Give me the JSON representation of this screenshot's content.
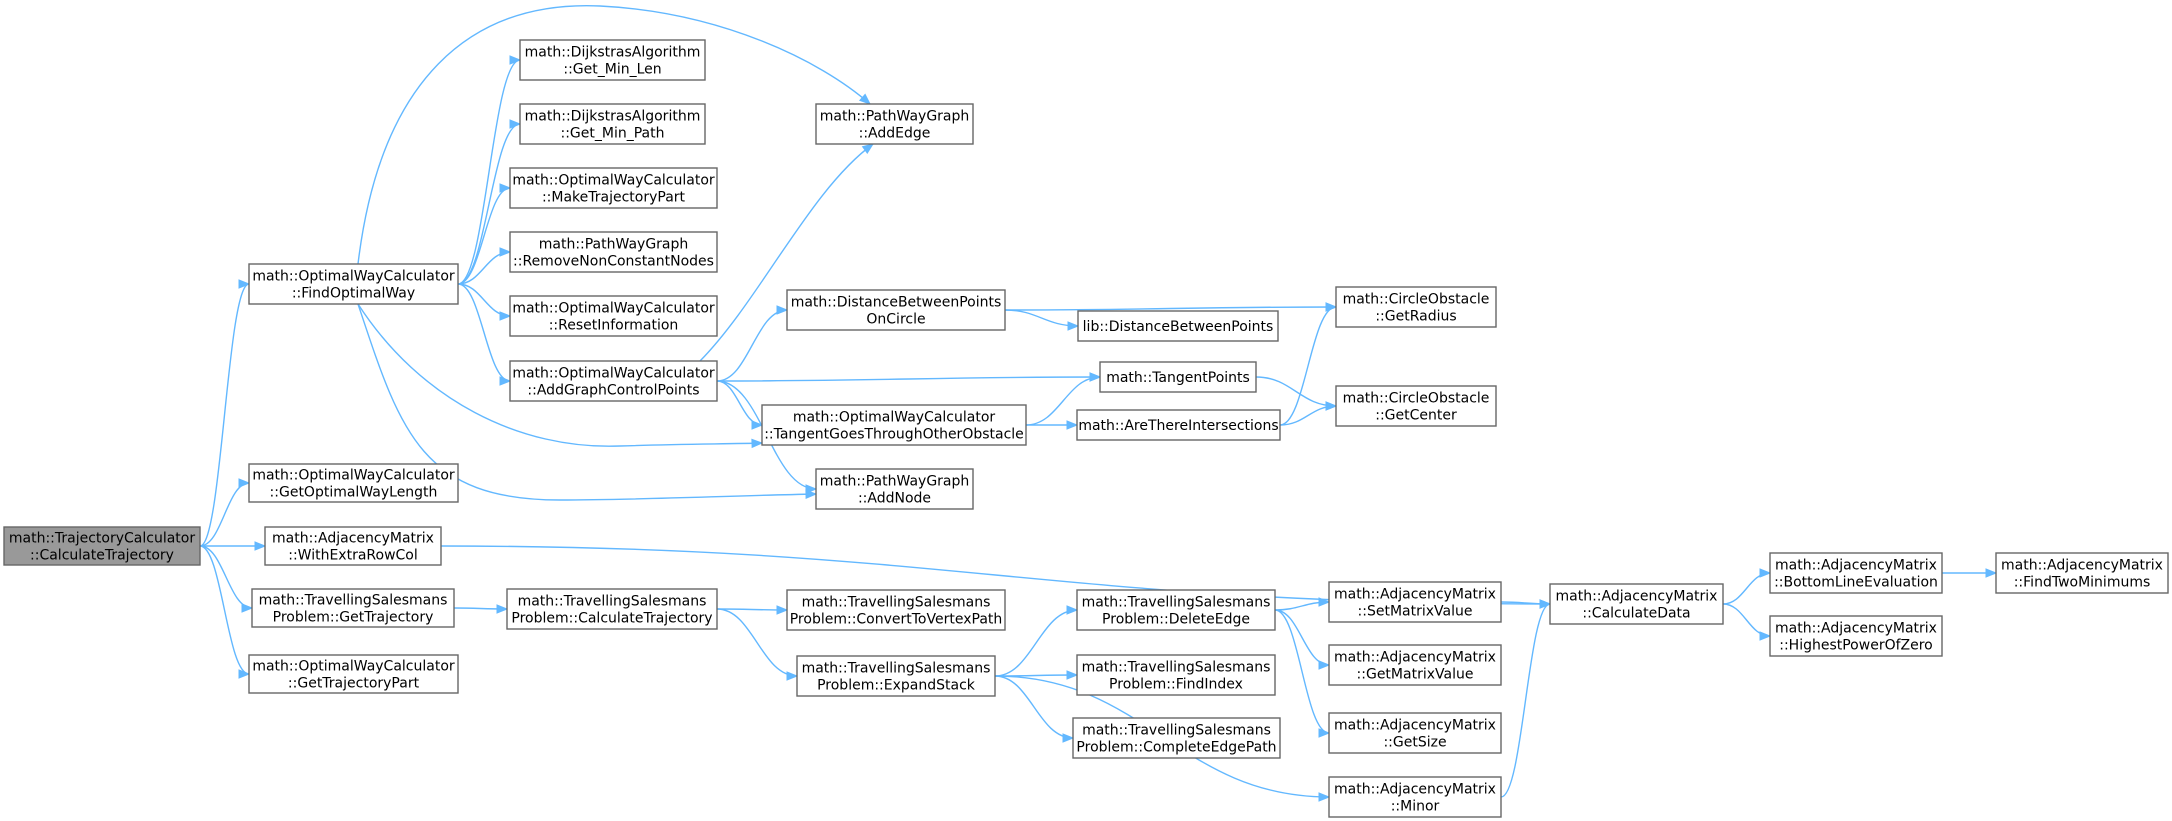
{
  "graph": {
    "nodes": {
      "root": [
        "math::TrajectoryCalculator",
        "::CalculateTrajectory"
      ],
      "findOptimalWay": [
        "math::OptimalWayCalculator",
        "::FindOptimalWay"
      ],
      "getOptimalWayLength": [
        "math::OptimalWayCalculator",
        "::GetOptimalWayLength"
      ],
      "withExtraRowCol": [
        "math::AdjacencyMatrix",
        "::WithExtraRowCol"
      ],
      "tspGetTrajectory": [
        "math::TravellingSalesmans",
        "Problem::GetTrajectory"
      ],
      "getTrajectoryPart": [
        "math::OptimalWayCalculator",
        "::GetTrajectoryPart"
      ],
      "getMinLen": [
        "math::DijkstrasAlgorithm",
        "::Get_Min_Len"
      ],
      "getMinPath": [
        "math::DijkstrasAlgorithm",
        "::Get_Min_Path"
      ],
      "makeTrajectoryPart": [
        "math::OptimalWayCalculator",
        "::MakeTrajectoryPart"
      ],
      "removeNonConstantNodes": [
        "math::PathWayGraph",
        "::RemoveNonConstantNodes"
      ],
      "resetInformation": [
        "math::OptimalWayCalculator",
        "::ResetInformation"
      ],
      "addGraphControlPoints": [
        "math::OptimalWayCalculator",
        "::AddGraphControlPoints"
      ],
      "tspCalculateTrajectory": [
        "math::TravellingSalesmans",
        "Problem::CalculateTrajectory"
      ],
      "addEdge": [
        "math::PathWayGraph",
        "::AddEdge"
      ],
      "distOnCircle": [
        "math::DistanceBetweenPoints",
        "OnCircle"
      ],
      "tangentGoesThrough": [
        "math::OptimalWayCalculator",
        "::TangentGoesThroughOtherObstacle"
      ],
      "addNode": [
        "math::PathWayGraph",
        "::AddNode"
      ],
      "convertToVertexPath": [
        "math::TravellingSalesmans",
        "Problem::ConvertToVertexPath"
      ],
      "expandStack": [
        "math::TravellingSalesmans",
        "Problem::ExpandStack"
      ],
      "libDistance": [
        "lib::DistanceBetweenPoints"
      ],
      "tangentPoints": [
        "math::TangentPoints"
      ],
      "areThereIntersections": [
        "math::AreThereIntersections"
      ],
      "deleteEdge": [
        "math::TravellingSalesmans",
        "Problem::DeleteEdge"
      ],
      "findIndex": [
        "math::TravellingSalesmans",
        "Problem::FindIndex"
      ],
      "completeEdgePath": [
        "math::TravellingSalesmans",
        "Problem::CompleteEdgePath"
      ],
      "getRadius": [
        "math::CircleObstacle",
        "::GetRadius"
      ],
      "getCenter": [
        "math::CircleObstacle",
        "::GetCenter"
      ],
      "setMatrixValue": [
        "math::AdjacencyMatrix",
        "::SetMatrixValue"
      ],
      "getMatrixValue": [
        "math::AdjacencyMatrix",
        "::GetMatrixValue"
      ],
      "getSize": [
        "math::AdjacencyMatrix",
        "::GetSize"
      ],
      "minor": [
        "math::AdjacencyMatrix",
        "::Minor"
      ],
      "calculateData": [
        "math::AdjacencyMatrix",
        "::CalculateData"
      ],
      "bottomLineEvaluation": [
        "math::AdjacencyMatrix",
        "::BottomLineEvaluation"
      ],
      "highestPowerOfZero": [
        "math::AdjacencyMatrix",
        "::HighestPowerOfZero"
      ],
      "findTwoMinimums": [
        "math::AdjacencyMatrix",
        "::FindTwoMinimums"
      ]
    },
    "edges": [
      [
        "root",
        "findOptimalWay"
      ],
      [
        "root",
        "getOptimalWayLength"
      ],
      [
        "root",
        "withExtraRowCol"
      ],
      [
        "root",
        "tspGetTrajectory"
      ],
      [
        "root",
        "getTrajectoryPart"
      ],
      [
        "findOptimalWay",
        "addEdge"
      ],
      [
        "findOptimalWay",
        "getMinLen"
      ],
      [
        "findOptimalWay",
        "getMinPath"
      ],
      [
        "findOptimalWay",
        "makeTrajectoryPart"
      ],
      [
        "findOptimalWay",
        "removeNonConstantNodes"
      ],
      [
        "findOptimalWay",
        "resetInformation"
      ],
      [
        "findOptimalWay",
        "addGraphControlPoints"
      ],
      [
        "findOptimalWay",
        "tangentGoesThrough"
      ],
      [
        "findOptimalWay",
        "addNode"
      ],
      [
        "addGraphControlPoints",
        "addEdge"
      ],
      [
        "addGraphControlPoints",
        "distOnCircle"
      ],
      [
        "addGraphControlPoints",
        "tangentPoints"
      ],
      [
        "addGraphControlPoints",
        "tangentGoesThrough"
      ],
      [
        "addGraphControlPoints",
        "addNode"
      ],
      [
        "distOnCircle",
        "getRadius"
      ],
      [
        "distOnCircle",
        "libDistance"
      ],
      [
        "tangentGoesThrough",
        "tangentPoints"
      ],
      [
        "tangentGoesThrough",
        "areThereIntersections"
      ],
      [
        "tangentPoints",
        "getCenter"
      ],
      [
        "areThereIntersections",
        "getRadius"
      ],
      [
        "areThereIntersections",
        "getCenter"
      ],
      [
        "withExtraRowCol",
        "calculateData"
      ],
      [
        "tspGetTrajectory",
        "tspCalculateTrajectory"
      ],
      [
        "tspCalculateTrajectory",
        "convertToVertexPath"
      ],
      [
        "tspCalculateTrajectory",
        "expandStack"
      ],
      [
        "expandStack",
        "deleteEdge"
      ],
      [
        "expandStack",
        "findIndex"
      ],
      [
        "expandStack",
        "completeEdgePath"
      ],
      [
        "expandStack",
        "minor"
      ],
      [
        "deleteEdge",
        "setMatrixValue"
      ],
      [
        "deleteEdge",
        "getMatrixValue"
      ],
      [
        "deleteEdge",
        "getSize"
      ],
      [
        "setMatrixValue",
        "calculateData"
      ],
      [
        "minor",
        "calculateData"
      ],
      [
        "calculateData",
        "bottomLineEvaluation"
      ],
      [
        "calculateData",
        "highestPowerOfZero"
      ],
      [
        "bottomLineEvaluation",
        "findTwoMinimums"
      ]
    ]
  }
}
